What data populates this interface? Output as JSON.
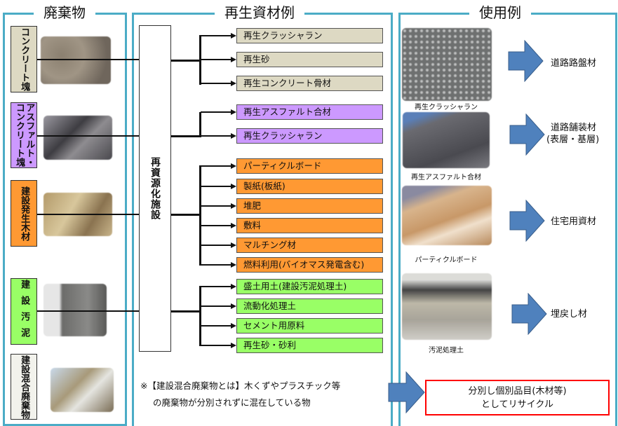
{
  "sections": {
    "waste_title": "廃棄物",
    "recycled_title": "再生資材例",
    "usage_title": "使用例"
  },
  "facility_label": "再資源化施設",
  "waste": [
    {
      "label": "コンクリート塊",
      "color": "#ddd9c3"
    },
    {
      "label": "アスファルト・コンクリート塊",
      "color": "#cc99ff"
    },
    {
      "label": "建設発生木材",
      "color": "#ff9933"
    },
    {
      "label": "建設汚泥",
      "color": "#99ff66"
    },
    {
      "label": "建設混合廃棄物",
      "color": "#f2f2ec"
    }
  ],
  "products": [
    {
      "label": "再生クラッシャラン",
      "color": "#ddd9c3"
    },
    {
      "label": "再生砂",
      "color": "#ddd9c3"
    },
    {
      "label": "再生コンクリート骨材",
      "color": "#ddd9c3"
    },
    {
      "label": "再生アスファルト合材",
      "color": "#cc99ff"
    },
    {
      "label": "再生クラッシャラン",
      "color": "#cc99ff"
    },
    {
      "label": "パーティクルボード",
      "color": "#ff9933"
    },
    {
      "label": "製紙(板紙)",
      "color": "#ff9933"
    },
    {
      "label": "堆肥",
      "color": "#ff9933"
    },
    {
      "label": "敷料",
      "color": "#ff9933"
    },
    {
      "label": "マルチング材",
      "color": "#ff9933"
    },
    {
      "label": "燃料利用(バイオマス発電含む)",
      "color": "#ff9933"
    },
    {
      "label": "盛土用土(建設汚泥処理土)",
      "color": "#99ff66"
    },
    {
      "label": "流動化処理土",
      "color": "#99ff66"
    },
    {
      "label": "セメント用原料",
      "color": "#99ff66"
    },
    {
      "label": "再生砂・砂利",
      "color": "#99ff66"
    }
  ],
  "usage": [
    {
      "caption": "再生クラッシャラン",
      "use": "道路路盤材"
    },
    {
      "caption": "再生アスファルト合材",
      "use": "道路舗装材",
      "use2": "(表層・基層)"
    },
    {
      "caption": "パーティクルボード",
      "use": "住宅用資材"
    },
    {
      "caption": "汚泥処理土",
      "use": "埋戻し材"
    }
  ],
  "note": {
    "line1": "※【建設混合廃棄物とは】木くずやプラスチック等",
    "line2": "の廃棄物が分別されずに混在している物"
  },
  "mixed_result": {
    "line1": "分別し個別品目(木材等)",
    "line2": "としてリサイクル"
  },
  "colors": {
    "panel_border": "#4bacc6",
    "arrow": "#4f81bd",
    "result_border": "#ff0000"
  }
}
